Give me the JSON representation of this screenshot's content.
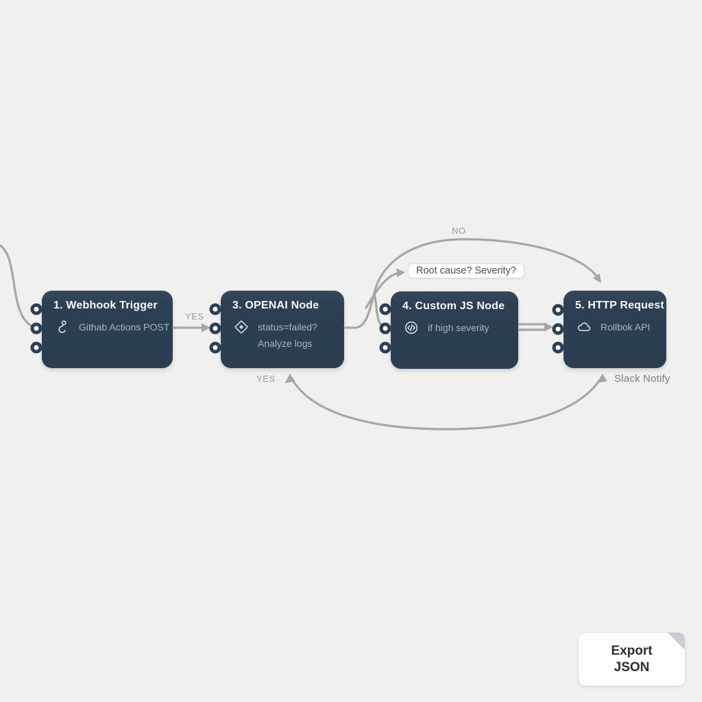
{
  "canvas": {
    "background": "#f0f0ee",
    "node_color": "#2d3f53",
    "wire_color": "#a6a6a6",
    "node_title_color": "#f7f9fb",
    "node_subtitle_color": "#aab6c3"
  },
  "nodes": [
    {
      "id": "webhook-trigger",
      "title": "1. Webhook Trigger",
      "icon": "hook-icon",
      "subtitle": "Githab Actions POST"
    },
    {
      "id": "openai",
      "title": "3. OPENAI Node",
      "icon": "diamond-icon",
      "subtitle": "status=failed?",
      "subtitle2": "Analyze logs"
    },
    {
      "id": "custom-js",
      "title": "4. Custom JS Node",
      "icon": "code-icon",
      "subtitle": "if high severity"
    },
    {
      "id": "http-request",
      "title": "5. HTTP Request",
      "icon": "cloud-icon",
      "subtitle": "Rollbok API"
    }
  ],
  "labels": {
    "yes_top": "YES",
    "no": "NO",
    "yes_bottom": "YES",
    "slack": "Slack Notify"
  },
  "tooltip": {
    "text": "Root cause? Severity?"
  },
  "export_button": {
    "line1": "Export",
    "line2": "JSON"
  }
}
